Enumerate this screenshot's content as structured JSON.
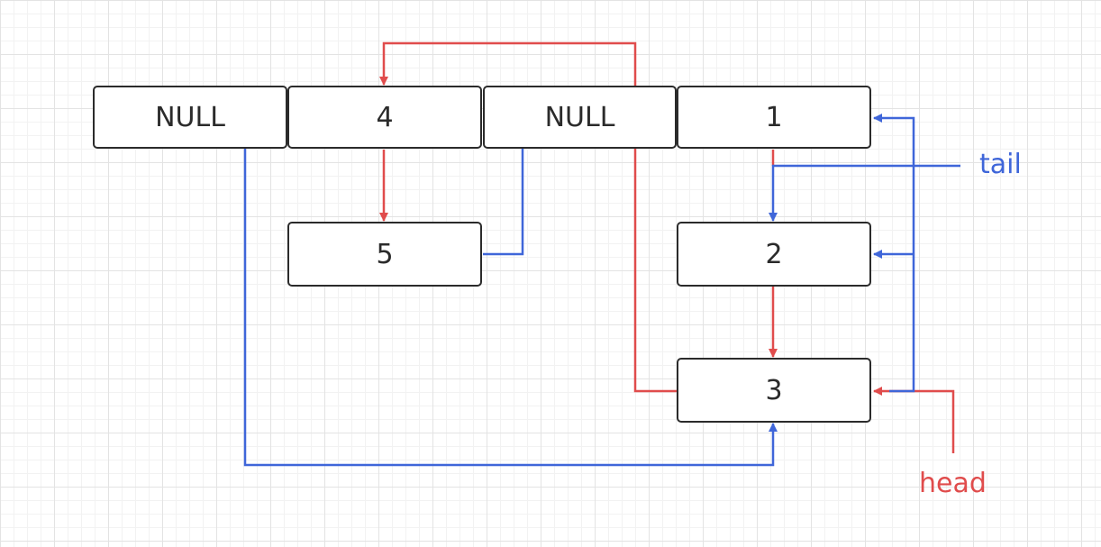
{
  "nodes": {
    "null_left": "NULL",
    "n4": "4",
    "null_mid": "NULL",
    "n1": "1",
    "n5": "5",
    "n2": "2",
    "n3": "3"
  },
  "pointers": {
    "tail": "tail",
    "head": "head"
  },
  "colors": {
    "red_edge": "#e04c4c",
    "blue_edge": "#3f66d9",
    "node_border": "#2b2b2b"
  }
}
